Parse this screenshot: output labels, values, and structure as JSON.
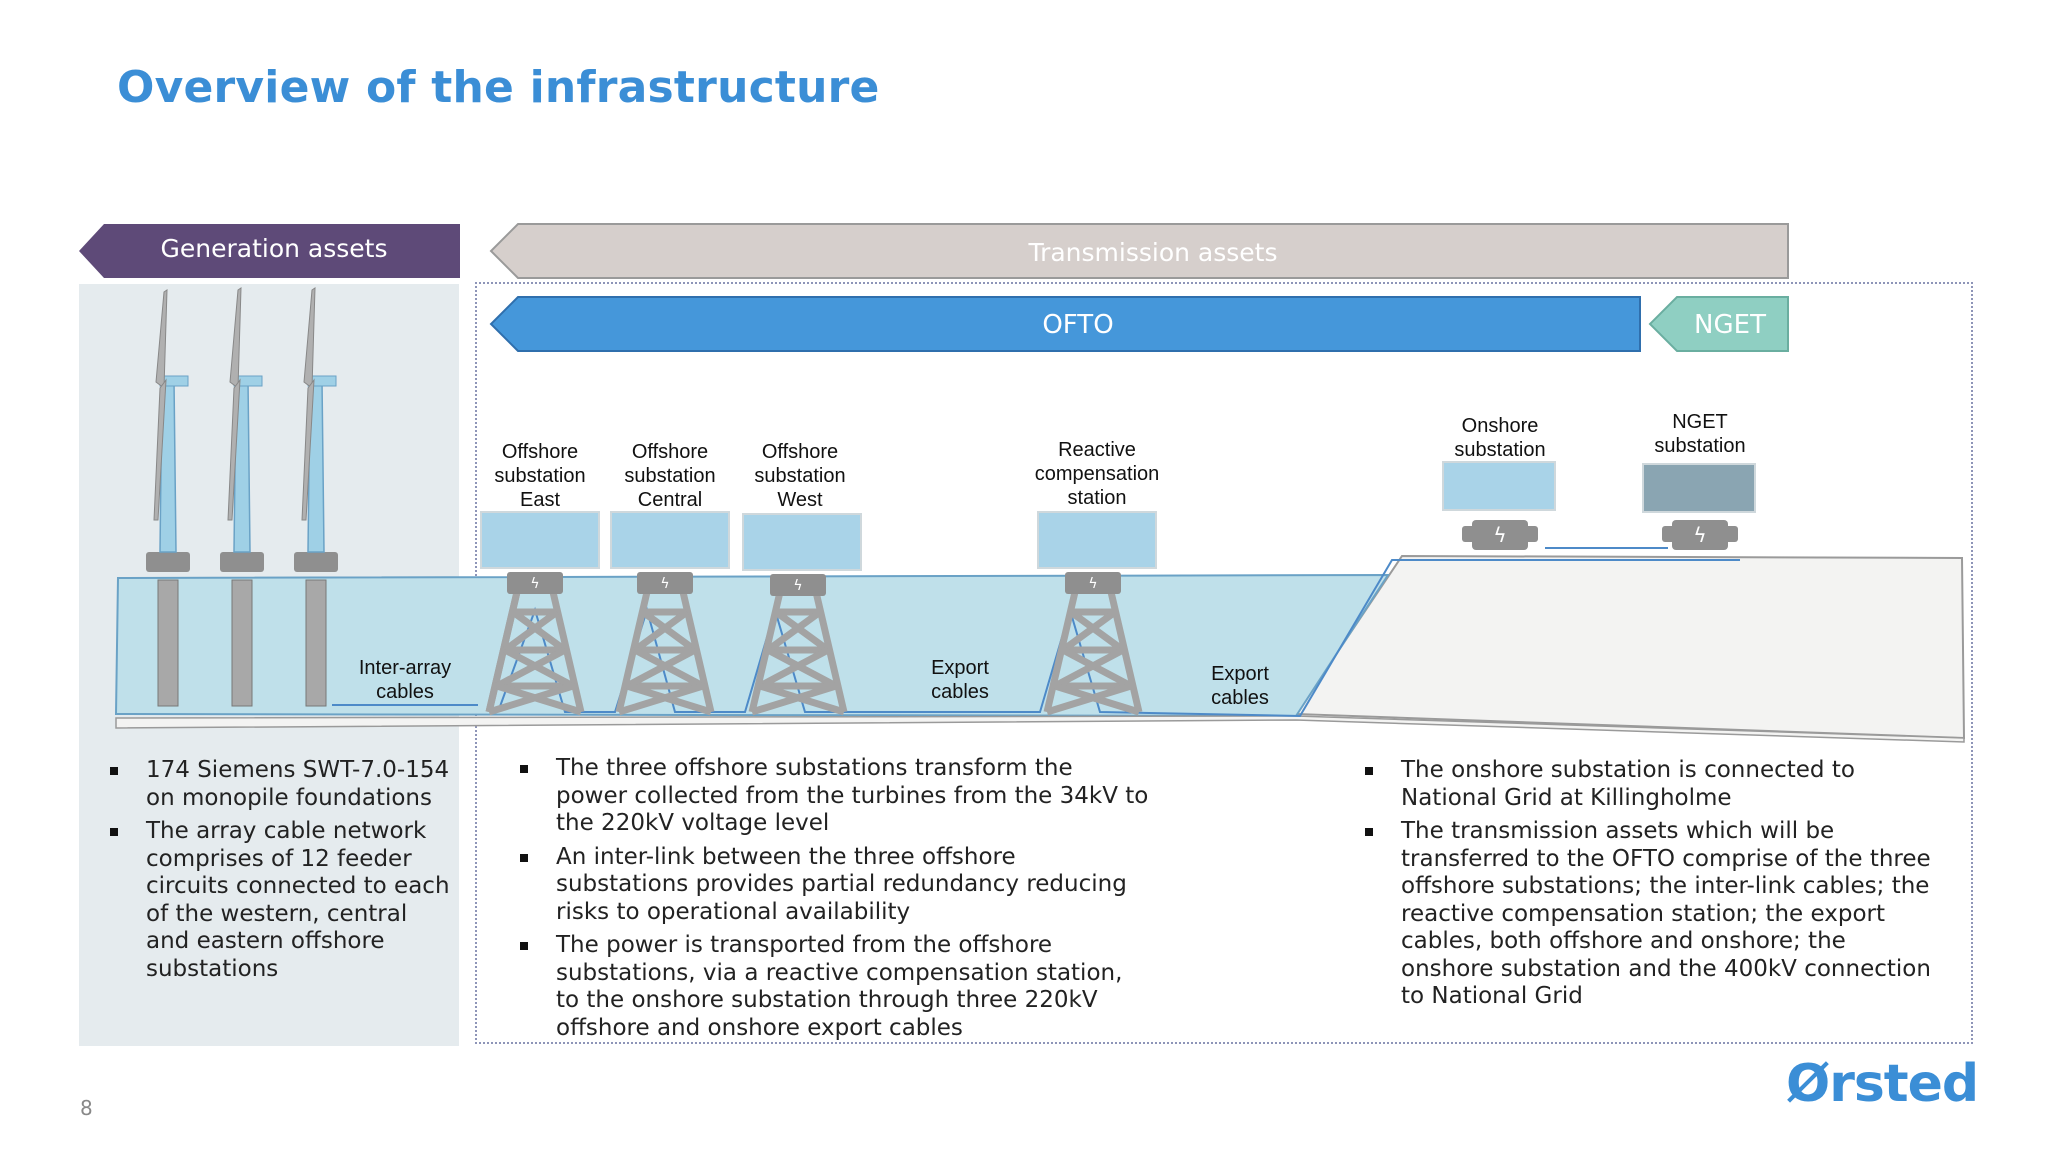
{
  "title": "Overview of the infrastructure",
  "arrows": {
    "generation": "Generation assets",
    "transmission": "Transmission assets",
    "ofto": "OFTO",
    "nget": "NGET"
  },
  "diagram_labels": {
    "offshore_east": "Offshore\nsubstation\nEast",
    "offshore_central": "Offshore\nsubstation\nCentral",
    "offshore_west": "Offshore\nsubstation\nWest",
    "reactive": "Reactive\ncompensation\nstation",
    "onshore": "Onshore\nsubstation",
    "nget_sub": "NGET\nsubstation",
    "inter_array": "Inter-array\ncables",
    "export1": "Export\ncables",
    "export2": "Export\ncables"
  },
  "bullets": {
    "generation": [
      "174 Siemens SWT-7.0-154 on monopile foundations",
      "The array cable network comprises of 12 feeder circuits connected to each of the western, central and eastern offshore substations"
    ],
    "offshore": [
      "The three offshore substations transform the power collected from the turbines from the 34kV to the 220kV voltage level",
      "An inter-link between the three offshore substations provides partial redundancy reducing risks to operational availability",
      "The power is transported from the offshore substations, via a reactive compensation station, to the onshore substation through three 220kV offshore and onshore export cables"
    ],
    "onshore": [
      "The onshore substation is connected to National Grid at Killingholme",
      "The transmission assets which will be transferred to the OFTO comprise of the three offshore substations; the inter-link cables; the reactive compensation station; the export cables, both offshore and onshore; the onshore substation and the 400kV connection to National Grid"
    ]
  },
  "page_number": "8",
  "logo": "Ørsted",
  "colors": {
    "title": "#3b8ed6",
    "generation_arrow": "#5e4a78",
    "transmission_arrow": "#d6cfcc",
    "ofto_arrow": "#4597da",
    "nget_arrow": "#8fcfc2",
    "sea": "#bfe0ea",
    "structure_grey": "#9a9a9a"
  }
}
